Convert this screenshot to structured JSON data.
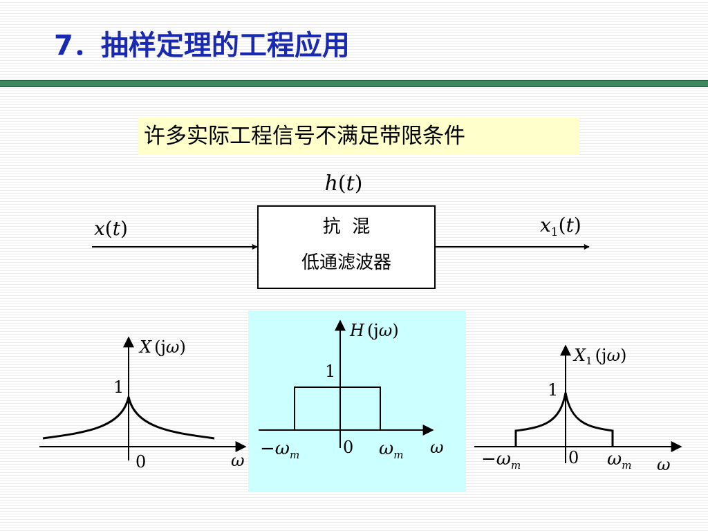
{
  "slide": {
    "title": "7．抽样定理的工程应用",
    "callout": "许多实际工程信号不满足带限条件"
  },
  "block_diagram": {
    "impulse_response": {
      "fn": "h",
      "arg": "t"
    },
    "input_signal": {
      "fn": "x",
      "arg": "t"
    },
    "output_signal": {
      "fn": "x",
      "sub": "1",
      "arg": "t"
    },
    "filter_label_line1": "抗  混",
    "filter_label_line2": "低通滤波器"
  },
  "plots": {
    "input_spectrum": {
      "name_main": "X",
      "name_sub": "",
      "arg": "(j",
      "omega": "ω",
      "close": ")",
      "peak_label": "1",
      "origin_label": "0",
      "axis_label": "ω"
    },
    "filter_response": {
      "name_main": "H",
      "arg": "(j",
      "omega": "ω",
      "close": ")",
      "gain_label": "1",
      "origin_label": "0",
      "neg_cutoff_sign": "−",
      "cutoff_symbol": "ω",
      "cutoff_sub": "m",
      "axis_label": "ω",
      "gain": 1
    },
    "output_spectrum": {
      "name_main": "X",
      "name_sub": "1",
      "arg": "(j",
      "omega": "ω",
      "close": ")",
      "peak_label": "1",
      "origin_label": "0",
      "neg_cutoff_sign": "−",
      "cutoff_symbol": "ω",
      "cutoff_sub": "m",
      "axis_label": "ω"
    }
  },
  "colors": {
    "title": "#1a2ab0",
    "title_rule": "#3e8a5e",
    "callout_bg": "#ffffcc",
    "panel_bg": "#ccffff",
    "ink": "#000000"
  }
}
